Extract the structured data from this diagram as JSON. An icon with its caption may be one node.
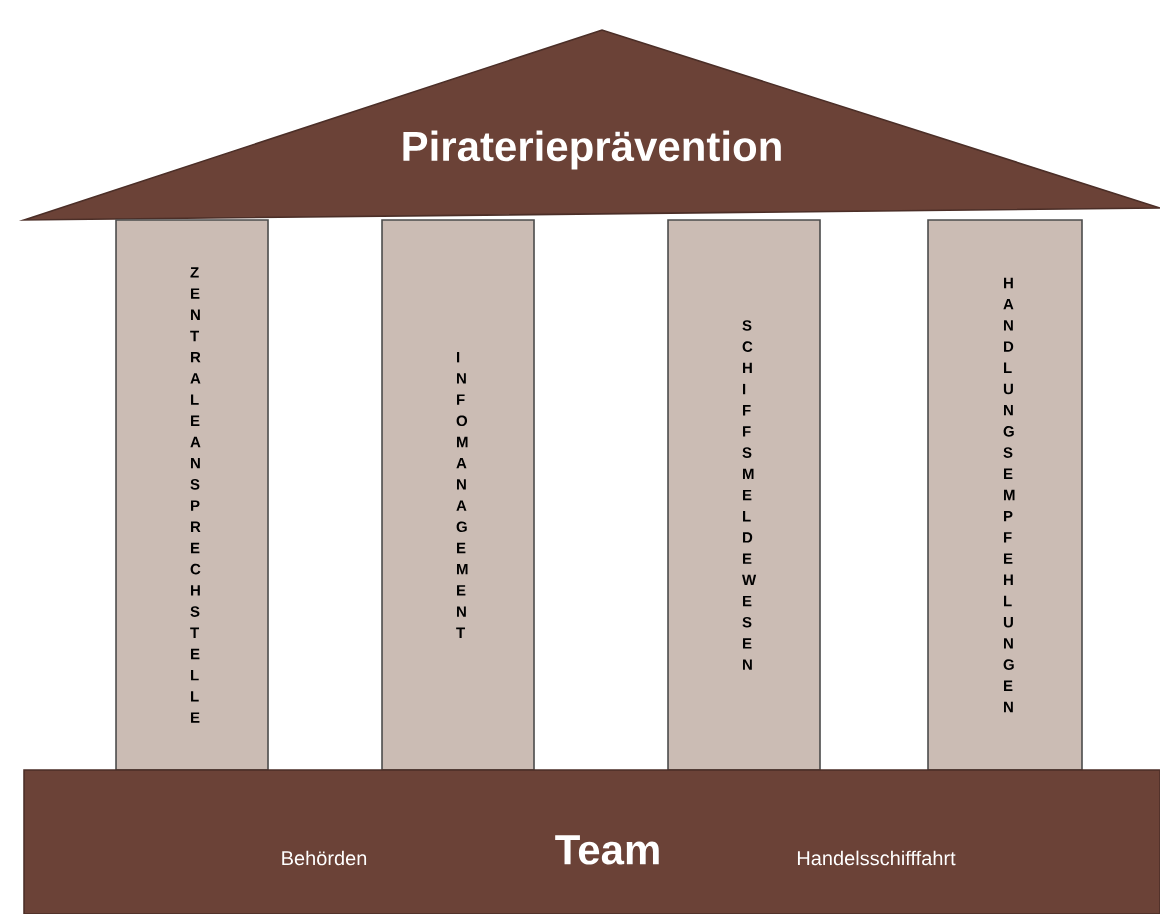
{
  "diagram": {
    "nodes": [
      {
        "text": [
          "Piraterieprävention"
        ]
      },
      {
        "text": [
          "ZENTRALE ANSPRECHSTELLE"
        ]
      },
      {
        "text": [
          "INFOMANAGEMENT"
        ]
      },
      {
        "text": [
          "SCHIFFSMELDEWESEN"
        ]
      },
      {
        "text": [
          "HANDLUNGSEMPFEHLUNGEN"
        ]
      },
      {
        "text": [
          "Behörden",
          "Team",
          "Handelsschifffahrt"
        ]
      }
    ],
    "edges": []
  }
}
